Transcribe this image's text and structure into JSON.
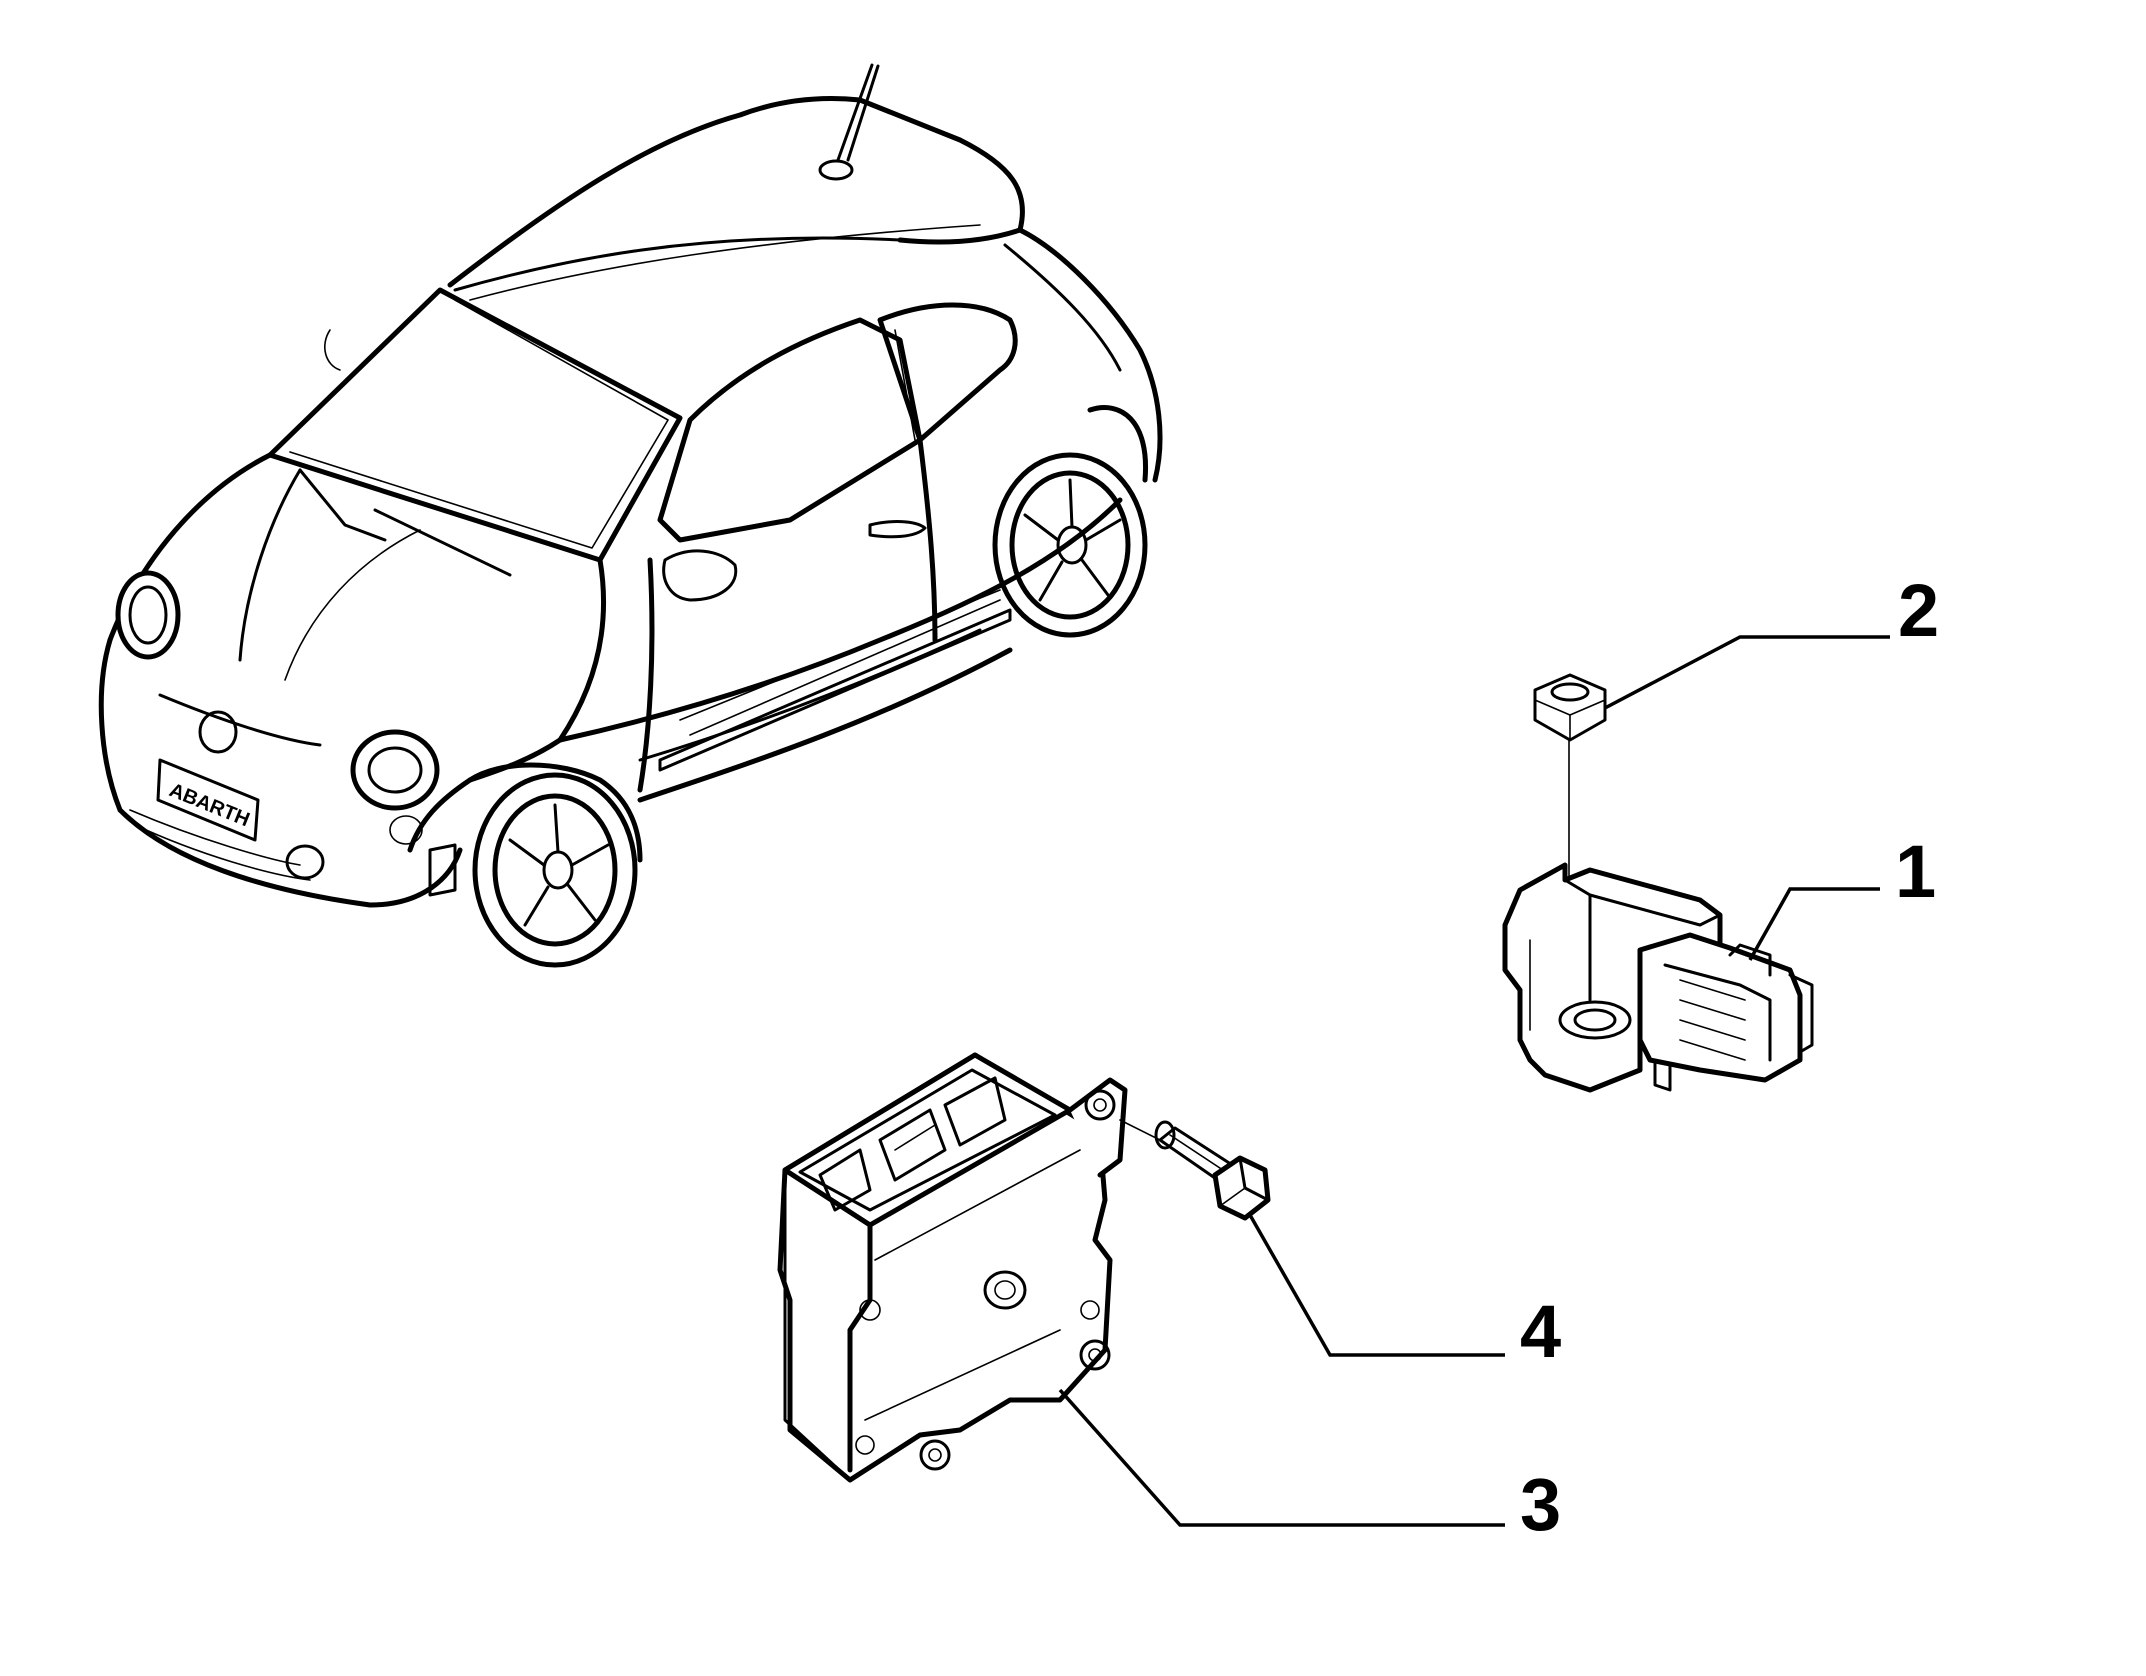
{
  "callouts": {
    "c1": "1",
    "c2": "2",
    "c3": "3",
    "c4": "4"
  },
  "parts": {
    "car": "abarth-500-vehicle",
    "p1": "crash-sensor",
    "p2": "hex-nut",
    "p3": "airbag-control-unit",
    "p4": "hex-bolt"
  },
  "badge_text": "ABARTH",
  "colors": {
    "line": "#000000",
    "background": "#ffffff"
  }
}
